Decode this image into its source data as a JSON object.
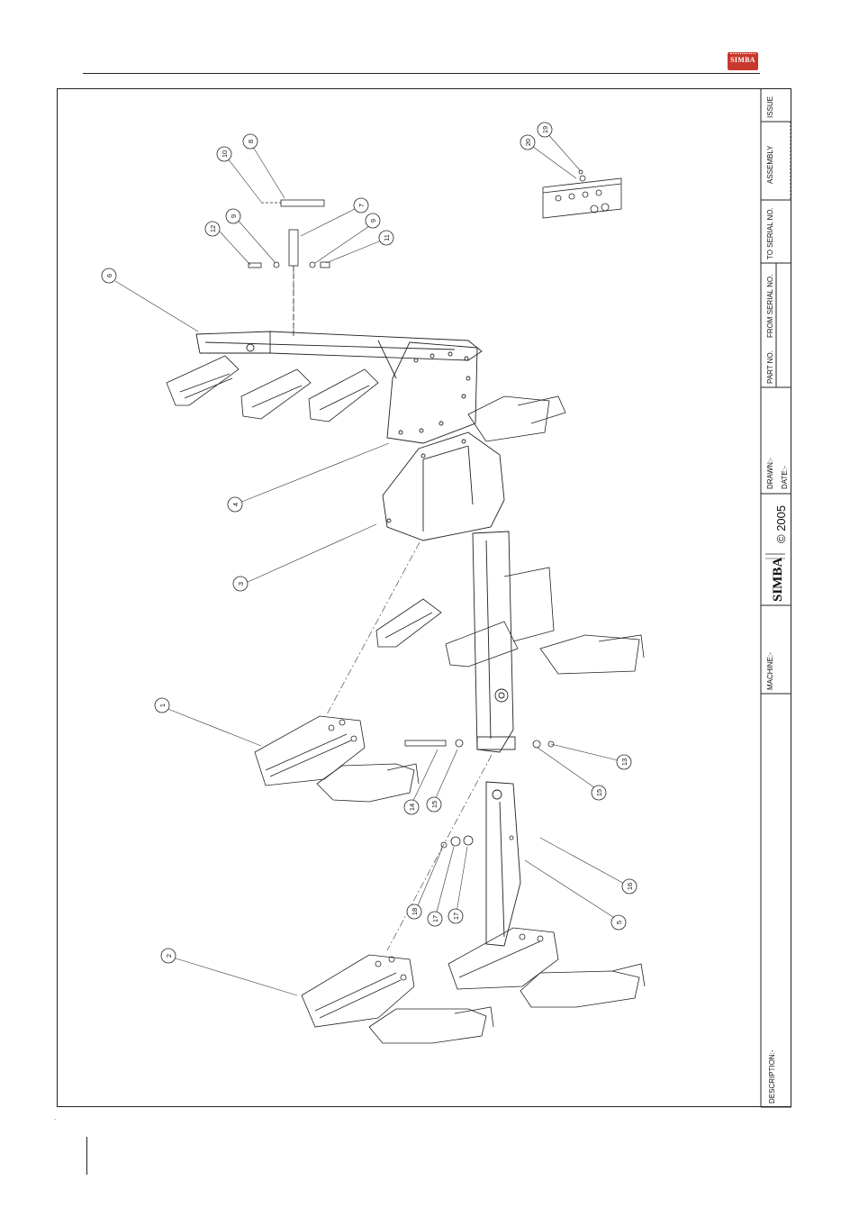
{
  "header": {
    "logo_text": "SIMBA"
  },
  "title_block": {
    "issue": "ISSUE",
    "assembly": "ASSEMBLY",
    "to_serial": "TO SERIAL NO.",
    "from_serial": "FROM SERIAL NO.",
    "part_no": "PART NO.",
    "drawn": "DRAWN:-",
    "date": "DATE:-",
    "copyright": "© 2005",
    "logo": "SIMBA",
    "machine": "MACHINE:-",
    "description": "DESCRIPTION:-"
  },
  "callouts": [
    {
      "label": "1"
    },
    {
      "label": "2"
    },
    {
      "label": "3"
    },
    {
      "label": "4"
    },
    {
      "label": "5"
    },
    {
      "label": "6"
    },
    {
      "label": "7"
    },
    {
      "label": "8"
    },
    {
      "label": "9"
    },
    {
      "label": "9"
    },
    {
      "label": "10"
    },
    {
      "label": "11"
    },
    {
      "label": "12"
    },
    {
      "label": "13"
    },
    {
      "label": "14"
    },
    {
      "label": "15"
    },
    {
      "label": "15"
    },
    {
      "label": "16"
    },
    {
      "label": "17"
    },
    {
      "label": "17"
    },
    {
      "label": "18"
    },
    {
      "label": "19"
    },
    {
      "label": "20"
    }
  ]
}
